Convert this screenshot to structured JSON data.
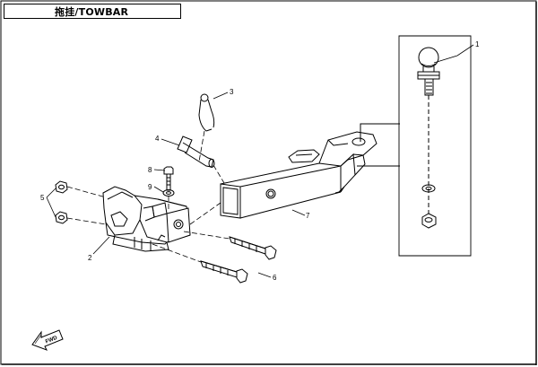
{
  "title": "拖挂/TOWBAR",
  "callouts": [
    "1",
    "2",
    "3",
    "4",
    "5",
    "6",
    "7",
    "8",
    "9"
  ],
  "fwd_label": "FWD",
  "colors": {
    "line": "#000000",
    "background": "#ffffff"
  }
}
